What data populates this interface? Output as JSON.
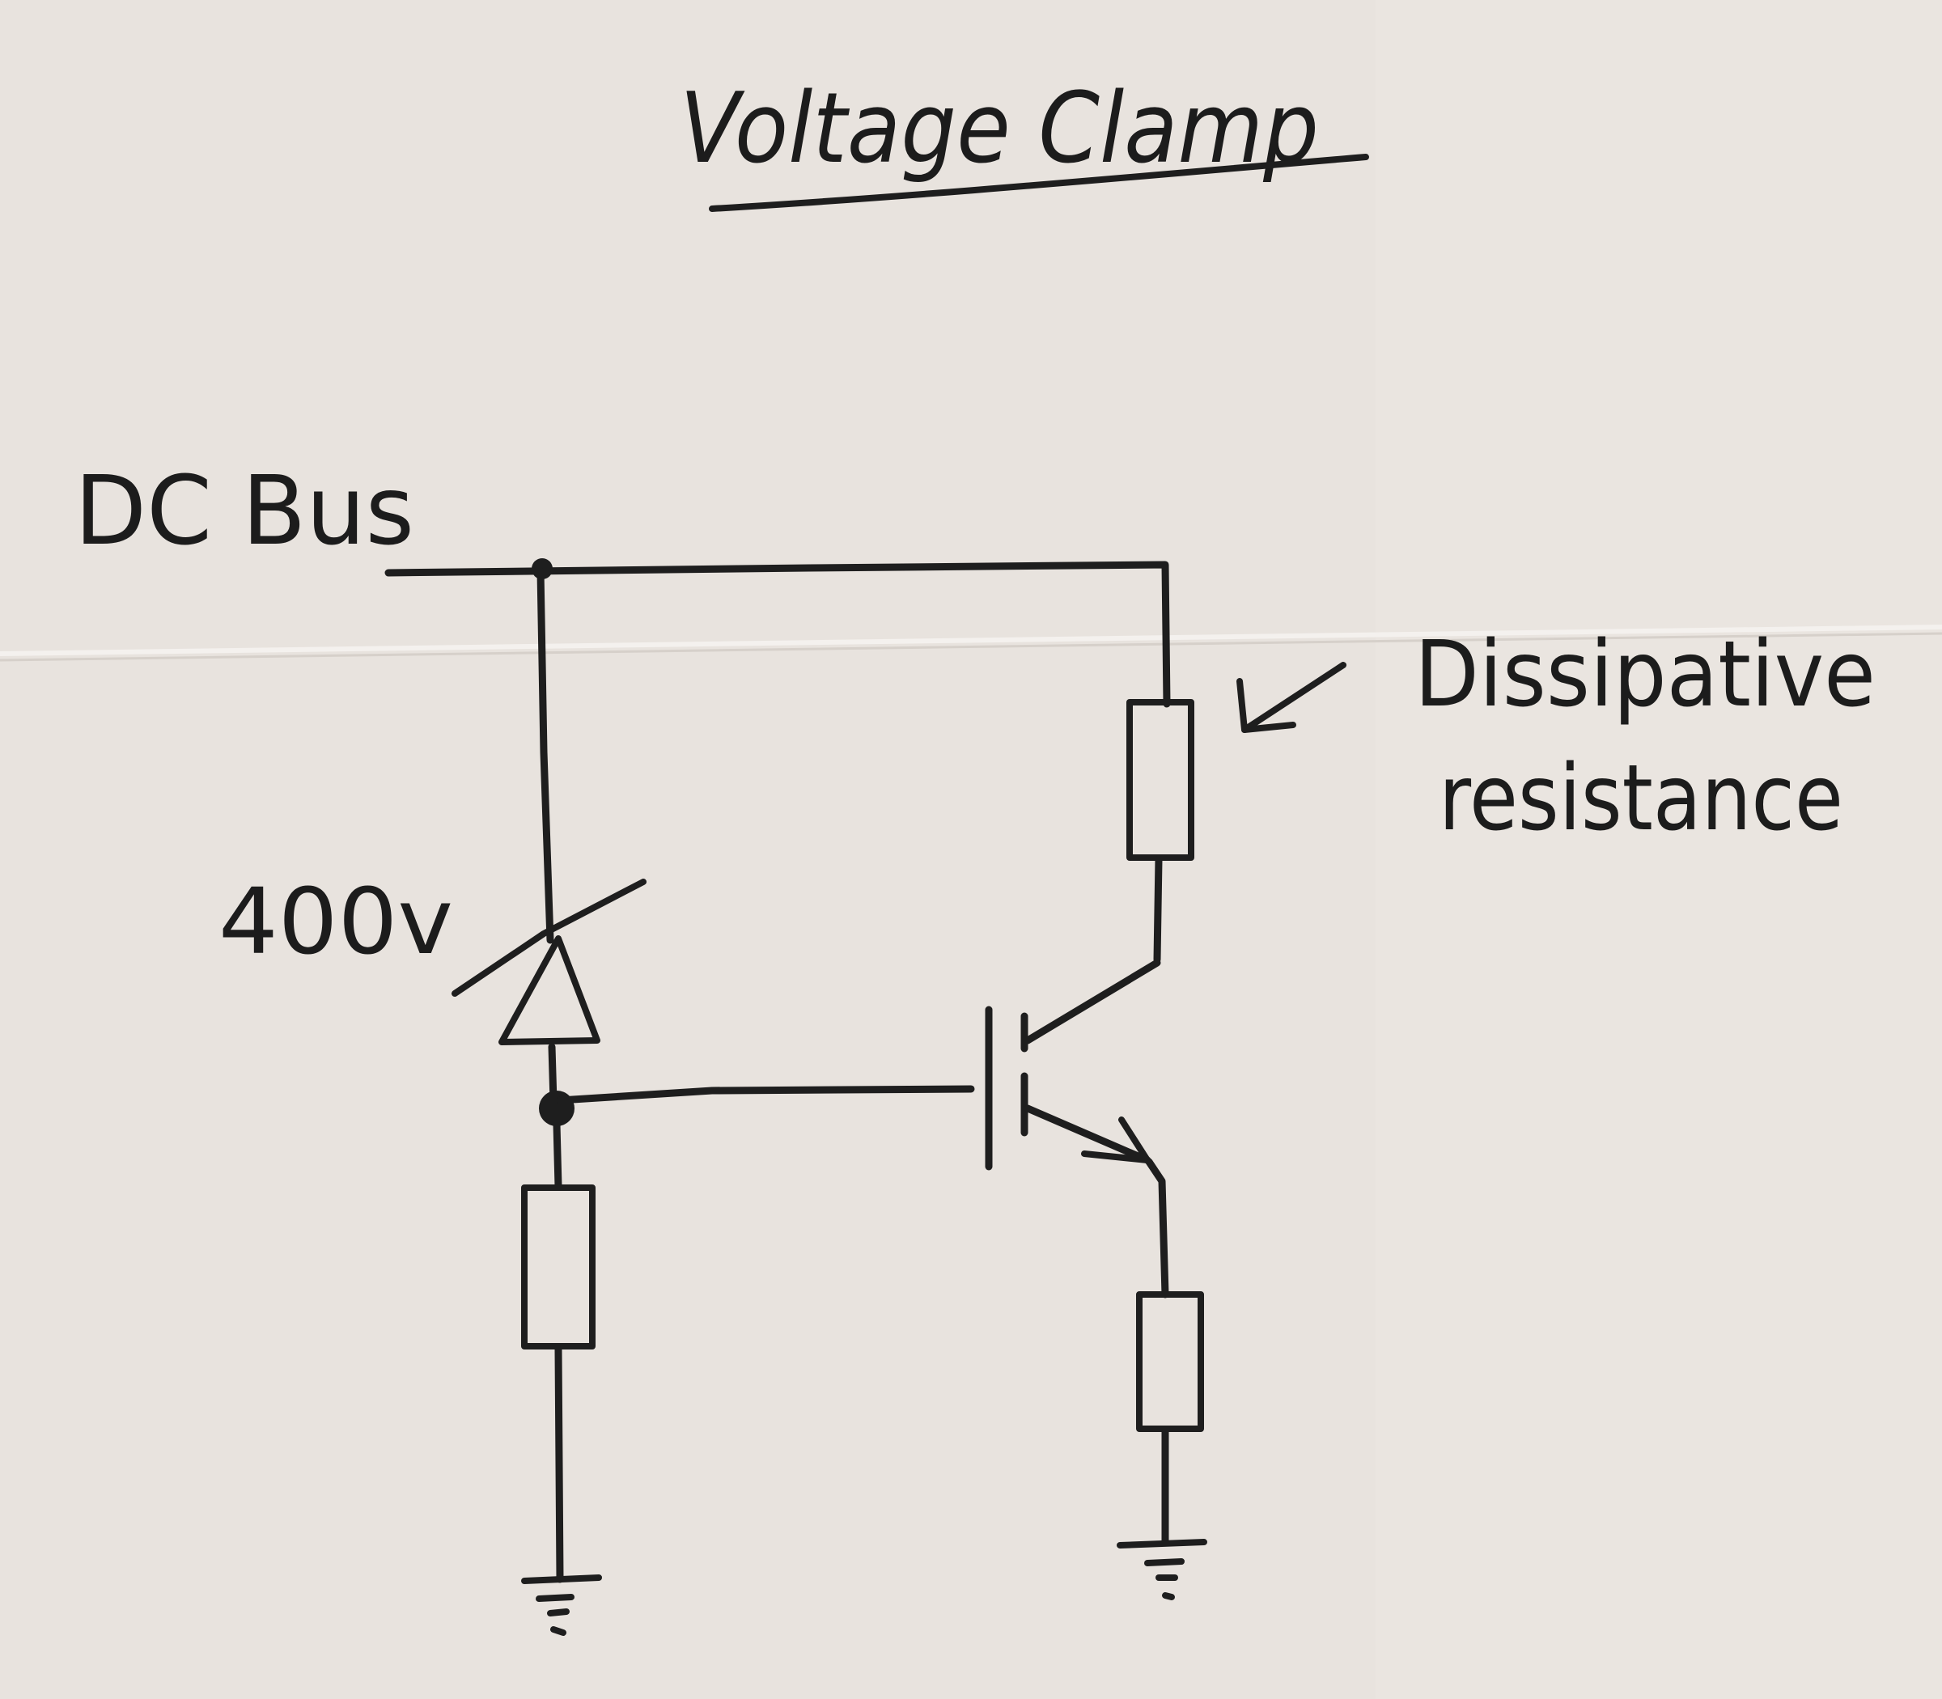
{
  "diagram": {
    "title": "Voltage Clamp",
    "bus_label": "DC Bus",
    "zener_label": "400v",
    "annotation": {
      "line1": "Dissipative",
      "line2": "resistance"
    },
    "colors": {
      "paper": "#e7e2dd",
      "ink": "#1e1e1e"
    }
  }
}
